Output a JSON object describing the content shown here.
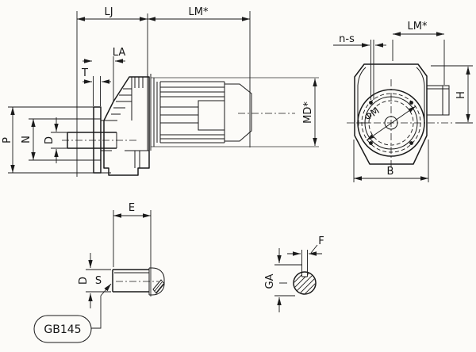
{
  "colors": {
    "line": "#1a1a1a",
    "background": "#fcfbf8"
  },
  "side_view": {
    "lj": "LJ",
    "lm": "LM*",
    "la": "LA",
    "t": "T",
    "p": "P",
    "n": "N",
    "d": "D",
    "md": "MD*"
  },
  "front_view": {
    "ns": "n-s",
    "lm": "LM*",
    "h": "H",
    "phi_m": "ΦM",
    "b": "B"
  },
  "shaft_detail": {
    "e": "E",
    "d": "D",
    "s": "S",
    "gb": "GB145"
  },
  "shaft_section": {
    "f": "F",
    "ga": "GA"
  }
}
